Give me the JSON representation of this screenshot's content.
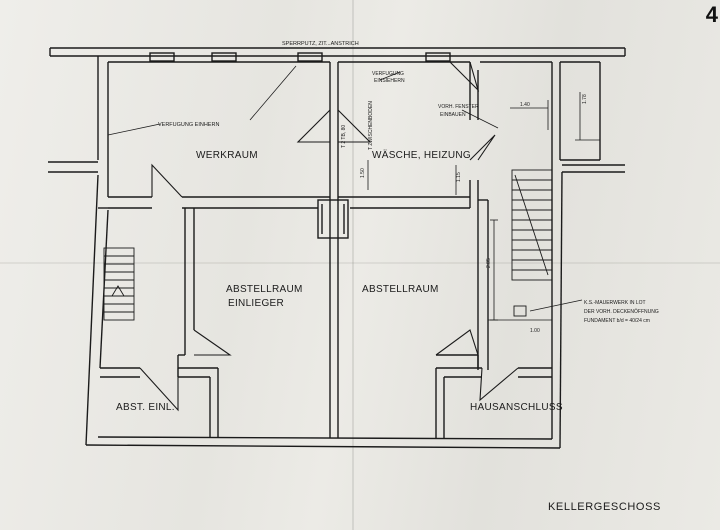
{
  "sheet": {
    "page_number": "4",
    "title": "KELLERGESCHOSS"
  },
  "rooms": {
    "werkraum": "WERKRAUM",
    "waesche": "WÄSCHE, HEIZUNG",
    "abstellraum_einlieger_1": "ABSTELLRAUM",
    "abstellraum_einlieger_2": "EINLIEGER",
    "abstellraum": "ABSTELLRAUM",
    "abst_einl": "ABST. EINL.",
    "hausanschluss": "HAUSANSCHLUSS"
  },
  "annotations": {
    "top_note": "SPERRPUTZ, ZIT...ANSTRICH",
    "verfugung_left": "VERFUGUNG EINHERN",
    "verfugung_right_1": "VERFUGUNG",
    "verfugung_right_2": "EINSIEHERN",
    "vorh_fenster_1": "VORH. FENSTER",
    "vorh_fenster_2": "EINBAUEN",
    "door_label_mid": "T 2 TB, 80",
    "door_label_mid2": "T ZWISCHENBODEN",
    "dim_150": "1.50",
    "dim_115": "1.15",
    "dim_140": "1.40",
    "dim_178": "1.78",
    "dim_285": "2.85",
    "dim_100": "1.00",
    "note_r1": "K.S.-MAUERWERK IN LOT",
    "note_r2": "DER VORH. DECKENÖFFNUNG",
    "note_r3": "FUNDAMENT b/d = 40/24 cm"
  }
}
